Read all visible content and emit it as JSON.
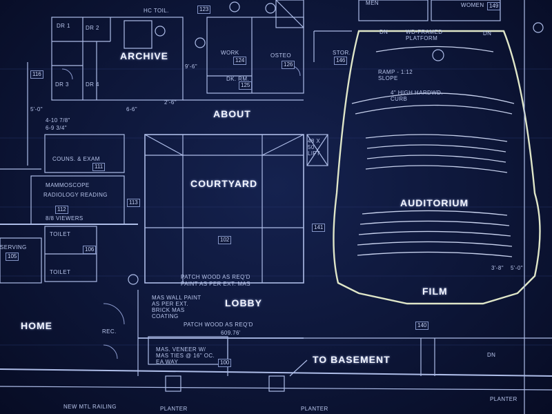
{
  "nav": {
    "archive": "ARCHIVE",
    "about": "ABOUT",
    "courtyard": "COURTYARD",
    "auditorium": "AUDITORIUM",
    "lobby": "LOBBY",
    "film": "FILM",
    "home": "HOME",
    "basement": "TO BASEMENT"
  },
  "rooms": {
    "dr1": "DR 1",
    "dr2": "DR 2",
    "dr3": "DR 3",
    "dr4": "DR 4",
    "work": "WORK",
    "osteo": "OSTEO",
    "dk_rm": "DK. RM.",
    "couns": "COUNS. & EXAM",
    "radiology": "RADIOLOGY READING",
    "toilet1": "TOILET",
    "toilet2": "TOILET",
    "serving": "SERVING",
    "rec": "REC.",
    "stor": "STOR.",
    "hc_toil": "HC TOIL.",
    "men": "MEN",
    "women": "WOMEN",
    "lift": "48 X 50 LIFT"
  },
  "notes": {
    "platform": "WD-FRAMED PLATFORM",
    "ramp": "RAMP - 1:12 SLOPE",
    "curb": "4\" HIGH HARDWD. CURB",
    "patch1": "PATCH WOOD AS REQ'D",
    "paint1": "PAINT AS PER EXT. MAS",
    "maswall": "MAS WALL PAINT AS PER EXT. BRICK MAS COATING",
    "patch2": "PATCH WOOD AS REQ'D",
    "veneer": "MAS. VENEER W/ MAS TIES @ 16\" OC. EA WAY",
    "railing": "NEW MTL RAILING",
    "planter1": "PLANTER",
    "planter2": "PLANTER",
    "planter3": "PLANTER",
    "dn1": "DN",
    "dn2": "DN",
    "dn3": "DN",
    "mammo": "MAMMOSCOPE",
    "viewers": "8/8 VIEWERS",
    "dim1": "5'-0\"",
    "dim2": "4-10 7/8\"",
    "dim3": "6-9 3/4\"",
    "dim4": "6-6\"",
    "dim5": "2'-6\"",
    "dim6": "9'-6\"",
    "dim7": "3'-8\"",
    "dim8": "5'-0\"",
    "elev": "609.76'"
  },
  "tags": {
    "t102": "102",
    "t100": "100",
    "t140": "140",
    "t141": "141",
    "t146": "146",
    "t149": "149",
    "t123": "123",
    "t124": "124",
    "t125": "125",
    "t126": "126",
    "t112": "112",
    "t113": "113",
    "t111": "111",
    "t116": "116",
    "t105": "105",
    "t106": "106"
  },
  "colors": {
    "paper": "#0d1638",
    "line": "#aebde8",
    "label": "#f2f5ff"
  }
}
